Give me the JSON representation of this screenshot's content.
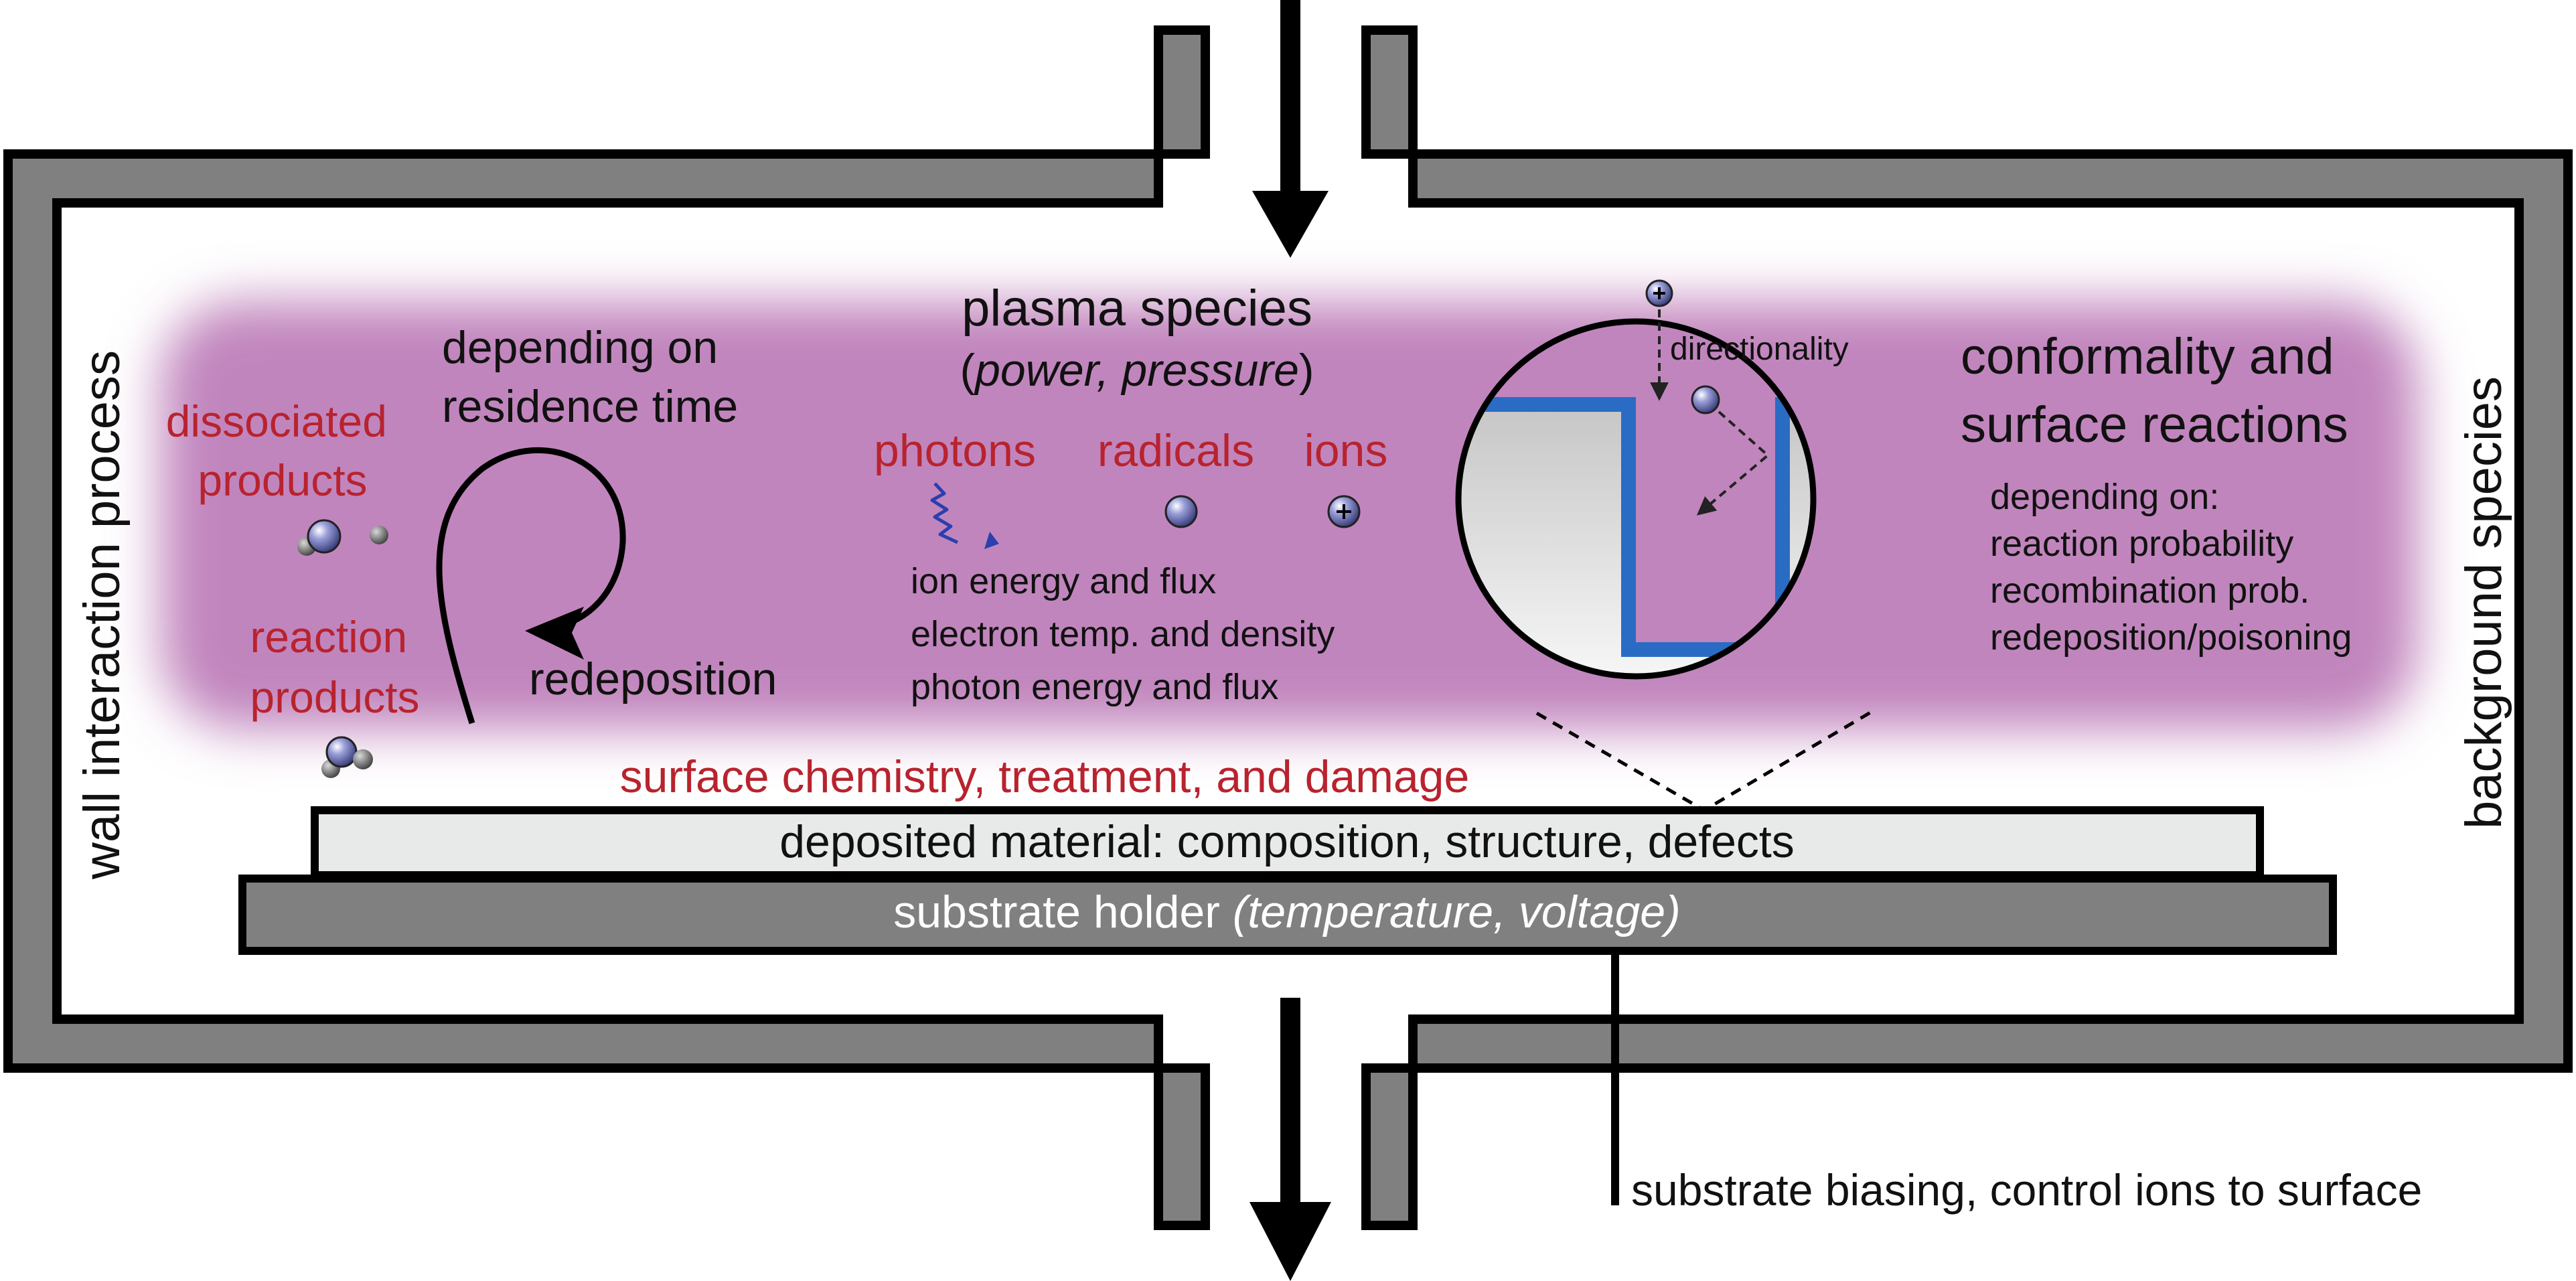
{
  "chamber": {
    "wall_label": "wall interaction process",
    "background_label": "background species"
  },
  "plasma": {
    "title": "plasma species",
    "open_paren": "(",
    "conditions": "power, pressure",
    "close_paren": ")",
    "species": {
      "photons": "photons",
      "radicals": "radicals",
      "ions": "ions"
    },
    "parameters": [
      "ion energy and flux",
      "electron temp. and density",
      "photon energy and flux"
    ]
  },
  "residence": {
    "line1": "depending on",
    "line2": "residence time",
    "redeposition": "redeposition"
  },
  "products": {
    "dissociated_line1": "dissociated",
    "dissociated_line2": "products",
    "reaction_line1": "reaction",
    "reaction_line2": "products"
  },
  "surface": {
    "chemistry": "surface chemistry, treatment, and damage"
  },
  "conformality": {
    "title_line1": "conformality and",
    "title_line2": "surface reactions",
    "directionality": "directionality",
    "depending_on": [
      "depending on:",
      "reaction probability",
      "recombination prob.",
      "redeposition/poisoning"
    ]
  },
  "deposited": {
    "label": "deposited material: composition, structure, defects"
  },
  "substrate": {
    "holder": "substrate holder",
    "holder_params": "(temperature, voltage)",
    "biasing": "substrate biasing, control ions to surface"
  },
  "colors": {
    "wall_gray": "#808080",
    "outline": "#000000",
    "plasma_magenta": "#c185bd",
    "label_red": "#b8232e",
    "trench_blue": "#2a6bc4",
    "film_gray": "#e8e9e9"
  }
}
